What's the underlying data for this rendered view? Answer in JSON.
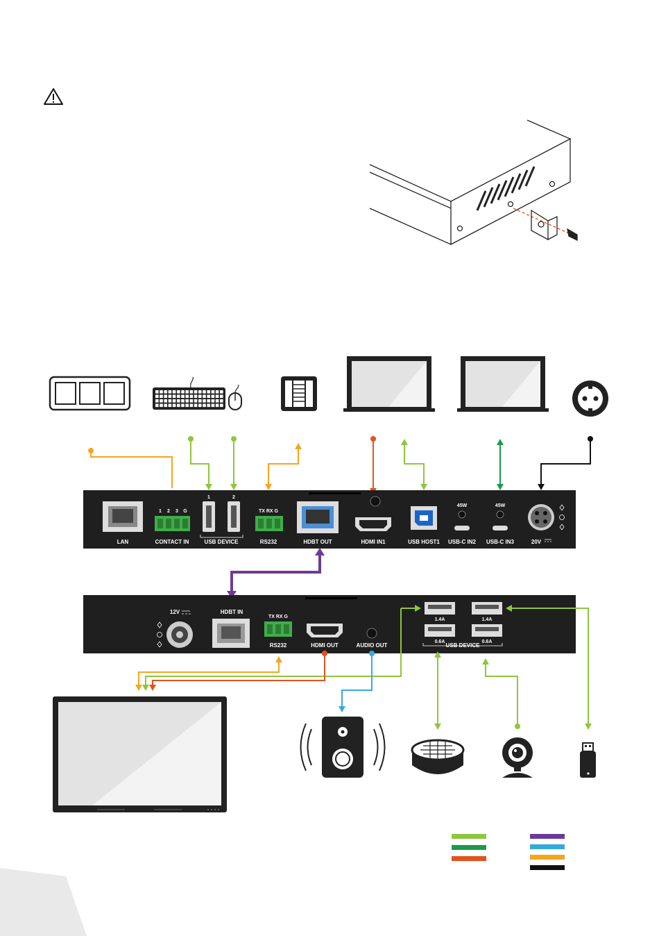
{
  "tx_panel": {
    "ports": {
      "lan": "LAN",
      "contact_in": "CONTACT IN",
      "contact_pins": [
        "1",
        "2",
        "3",
        "G"
      ],
      "usb_device": "USB DEVICE",
      "usb_device_nums": [
        "1",
        "2"
      ],
      "rs232": "RS232",
      "rs232_pins": "TX  RX  G",
      "hdbt_out": "HDBT OUT",
      "hdmi_in1": "HDMI IN1",
      "usb_host1": "USB HOST1",
      "usbc_in2": "USB-C IN2",
      "usbc_in3": "USB-C IN3",
      "power": "20V",
      "usbc_in2_power": "45W",
      "usbc_in3_power": "45W"
    }
  },
  "rx_panel": {
    "ports": {
      "power": "12V",
      "hdbt_in": "HDBT IN",
      "rs232": "RS232",
      "rs232_pins": "TX  RX  G",
      "hdmi_out": "HDMI OUT",
      "audio_out": "AUDIO OUT",
      "usb_device": "USB DEVICE",
      "usb_ratings": [
        "1.4A",
        "1.4A",
        "0.6A",
        "0.6A"
      ]
    }
  },
  "colors": {
    "usb_light_green": "#8dc63f",
    "usbc_green": "#1a9a4a",
    "hdmi_red": "#e2531e",
    "hdbt_purple": "#6a3b97",
    "audio_blue": "#34aadc",
    "control_orange": "#f5a51c",
    "power_black": "#111111",
    "panel": "#1f1f1f"
  },
  "legend": {
    "left_swatches": [
      "#8dc63f",
      "#1a9a4a",
      "#e2531e"
    ],
    "right_swatches": [
      "#6a3b97",
      "#34aadc",
      "#f5a51c",
      "#111111"
    ]
  },
  "icons": [
    "warning-icon",
    "keypad-icon",
    "keyboard-icon",
    "mouse-icon",
    "touch-panel-icon",
    "laptop-icon",
    "power-outlet-icon",
    "display-icon",
    "speaker-icon",
    "speakerphone-icon",
    "webcam-icon",
    "usb-stick-icon"
  ]
}
